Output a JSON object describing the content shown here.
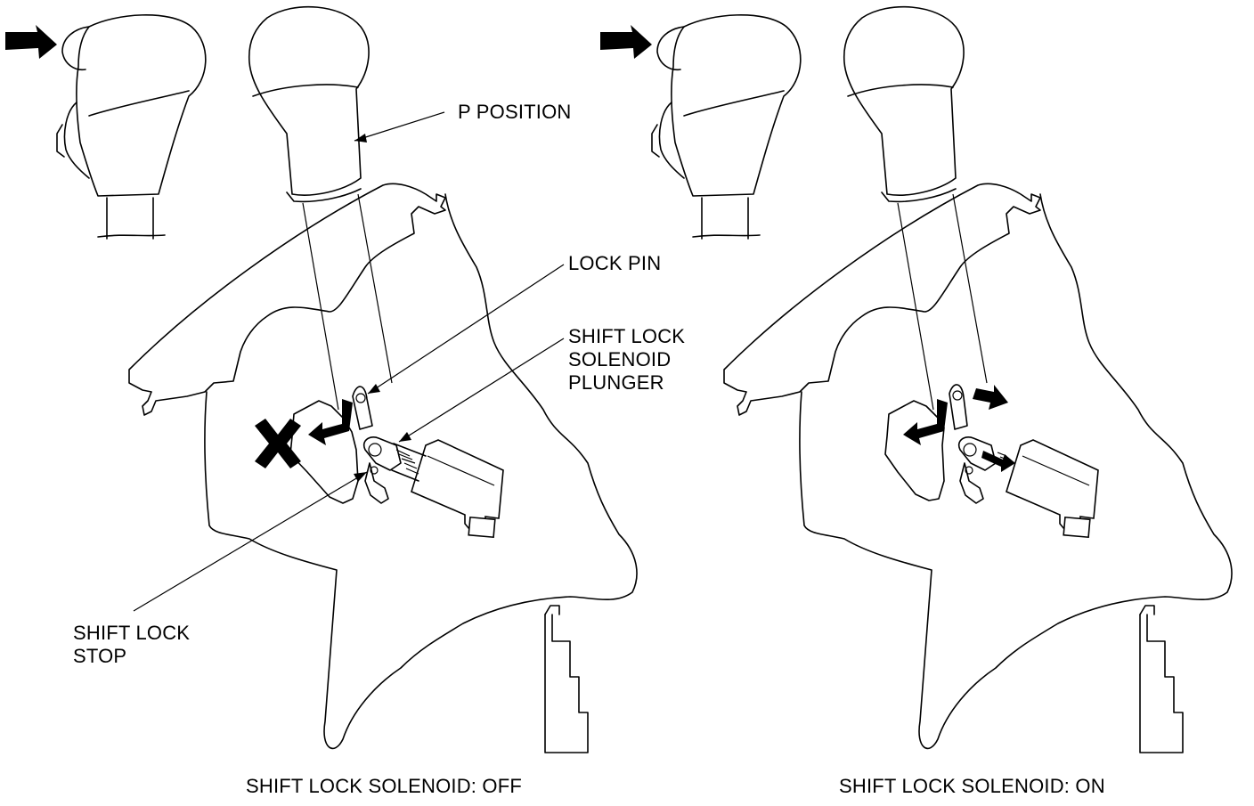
{
  "labels": {
    "p_position": "P POSITION",
    "lock_pin": "LOCK PIN",
    "plunger_line1": "SHIFT LOCK",
    "plunger_line2": "SOLENOID",
    "plunger_line3": "PLUNGER",
    "stop_line1": "SHIFT LOCK",
    "stop_line2": "STOP"
  },
  "captions": {
    "left": "SHIFT LOCK SOLENOID: OFF",
    "right": "SHIFT LOCK SOLENOID: ON"
  }
}
